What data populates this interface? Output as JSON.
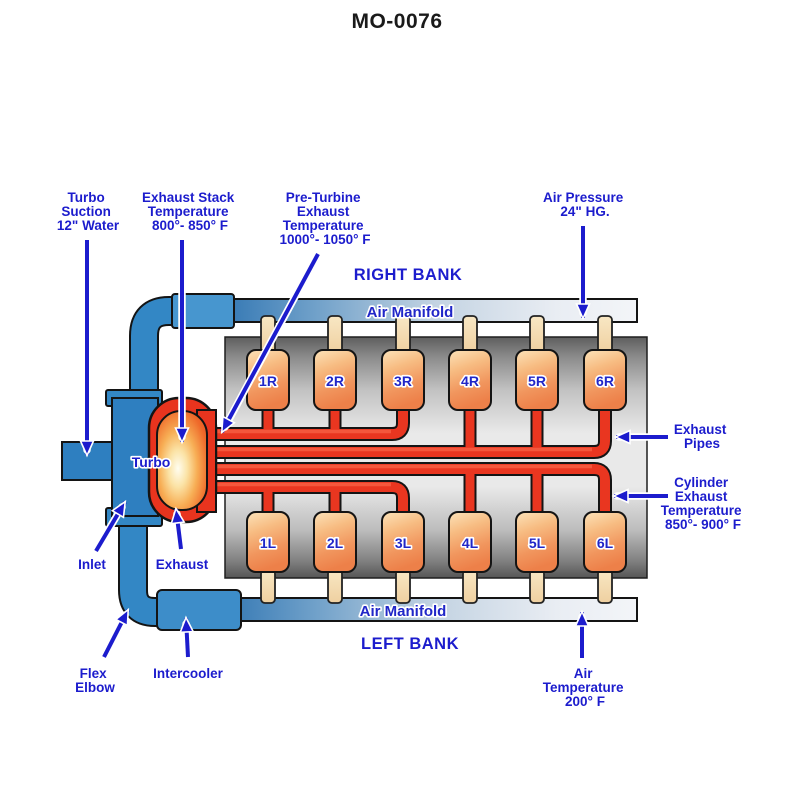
{
  "title": "MO-0076",
  "colors": {
    "label_blue": "#1c1ccd",
    "pipe_red": "#e93620",
    "pipe_blue": "#3387c5",
    "body_blue": "#2e7fc0",
    "manifold_blue_end": "#3a7cb6",
    "manifold_light_end": "#f3f5f8",
    "cylinder_orange": "#f1965e",
    "cylinder_cream": "#fce3ba",
    "block_gray": "#e8e8e8",
    "tan_stem": "#f4ddb0",
    "turbo_housing_red": "#e8341e"
  },
  "banks": {
    "right": "RIGHT BANK",
    "left": "LEFT BANK"
  },
  "manifold_label": "Air Manifold",
  "turbo_label": "Turbo",
  "cylinders": {
    "right": [
      "1R",
      "2R",
      "3R",
      "4R",
      "5R",
      "6R"
    ],
    "left": [
      "1L",
      "2L",
      "3L",
      "4L",
      "5L",
      "6L"
    ]
  },
  "callouts": {
    "turbo_suction": [
      "Turbo",
      "Suction",
      "12\" Water"
    ],
    "exhaust_stack": [
      "Exhaust Stack",
      "Temperature",
      "800°- 850° F"
    ],
    "pre_turbine": [
      "Pre-Turbine",
      "Exhaust",
      "Temperature",
      "1000°- 1050° F"
    ],
    "air_pressure": [
      "Air Pressure",
      "24\" HG."
    ],
    "exhaust_pipes": [
      "Exhaust",
      "Pipes"
    ],
    "cylinder_exhaust": [
      "Cylinder",
      "Exhaust",
      "Temperature",
      "850°- 900° F"
    ],
    "air_temperature": [
      "Air",
      "Temperature",
      "200° F"
    ],
    "inlet": "Inlet",
    "exhaust": "Exhaust",
    "flex_elbow": [
      "Flex",
      "Elbow"
    ],
    "intercooler": "Intercooler"
  }
}
